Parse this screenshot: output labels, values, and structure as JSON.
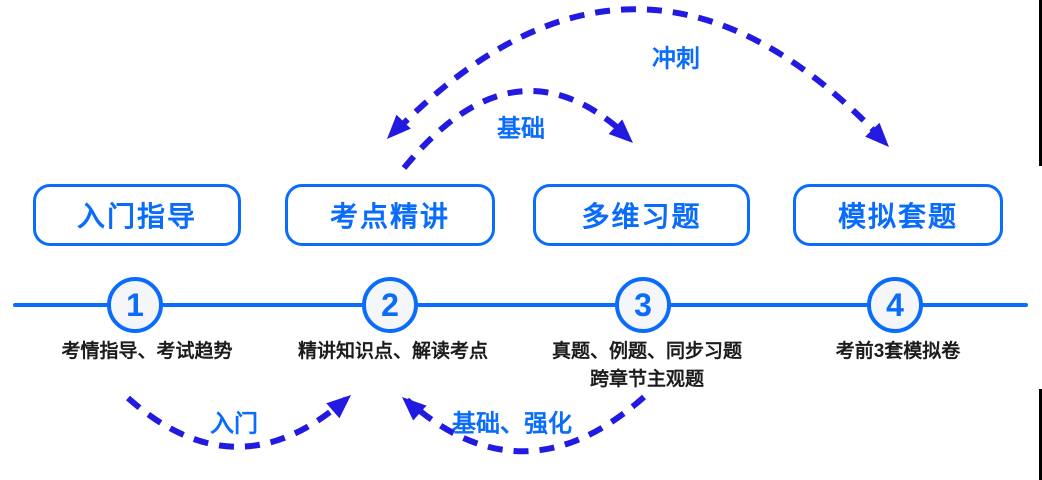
{
  "diagram": {
    "title_hint": "course-learning-path",
    "stages": [
      {
        "number": "1",
        "box_label": "入门指导",
        "description": "考情指导、考试趋势"
      },
      {
        "number": "2",
        "box_label": "考点精讲",
        "description": "精讲知识点、解读考点"
      },
      {
        "number": "3",
        "box_label": "多维习题",
        "description": "真题、例题、同步习题",
        "description_line2": "跨章节主观题"
      },
      {
        "number": "4",
        "box_label": "模拟套题",
        "description": "考前3套模拟卷"
      }
    ],
    "arrows": [
      {
        "label": "冲刺",
        "location": "top",
        "from_stage": "2",
        "to_stage": "4",
        "double_headed": true,
        "style": "dashed-arc"
      },
      {
        "label": "基础",
        "location": "top",
        "from_stage": "2",
        "to_stage": "3",
        "double_headed": false,
        "style": "dashed-arc"
      },
      {
        "label": "入门",
        "location": "bottom",
        "from_stage": "1",
        "to_stage": "2",
        "double_headed": false,
        "style": "dashed-arc"
      },
      {
        "label": "基础、强化",
        "location": "bottom",
        "from_stage": "3",
        "to_stage": "2",
        "double_headed": false,
        "style": "dashed-arc"
      }
    ],
    "colors": {
      "primary_blue": "#0a6cfa",
      "arrow_indigo": "#221ae0",
      "text_black": "#1c1c1e",
      "circle_fill": "#f4f6fa",
      "background": "#ffffff",
      "edge_mark": "#000000"
    }
  }
}
